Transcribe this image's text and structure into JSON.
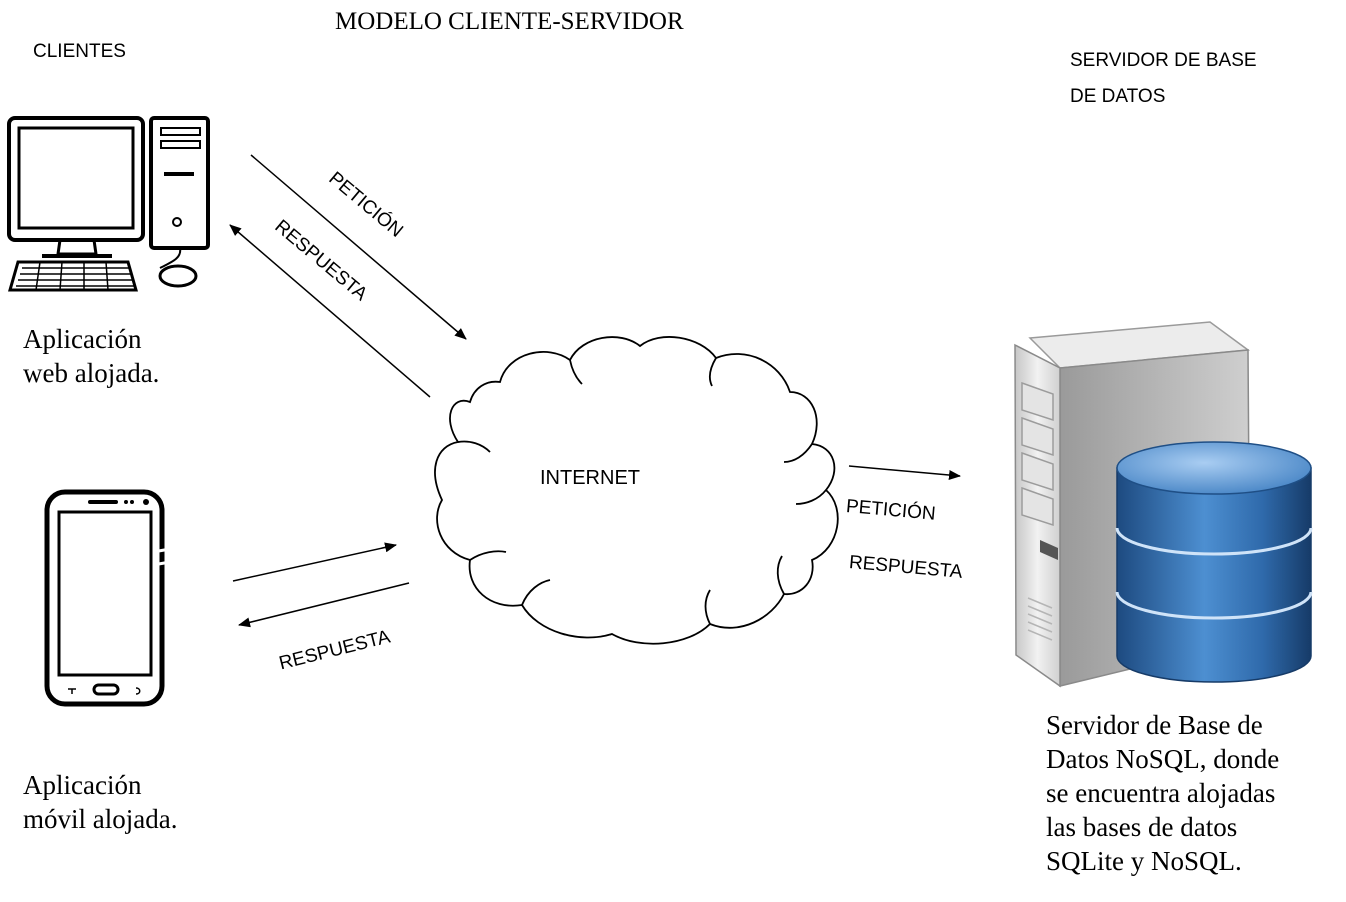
{
  "title": "MODELO CLIENTE-SERVIDOR",
  "clients_heading": "CLIENTES",
  "server_heading": [
    "SERVIDOR DE BASE",
    "DE DATOS"
  ],
  "desktop_caption": [
    "Aplicación",
    "web alojada."
  ],
  "mobile_caption": [
    "Aplicación",
    "móvil alojada."
  ],
  "internet_label": "INTERNET",
  "labels": {
    "desktop_request": "PETICIÓN",
    "desktop_response": "RESPUESTA",
    "mobile_response": "RESPUESTA",
    "server_request": "PETICIÓN",
    "server_response": "RESPUESTA"
  },
  "server_description": [
    "Servidor de Base de",
    "Datos NoSQL, donde",
    "se encuentra alojadas",
    "las bases de datos",
    "SQLite y NoSQL."
  ],
  "colors": {
    "line": "#000000",
    "db_blue_dark": "#1f4f86",
    "db_blue_mid": "#3a7bc0",
    "db_blue_light": "#7fb2e5",
    "server_gray": "#d9d9d9"
  }
}
